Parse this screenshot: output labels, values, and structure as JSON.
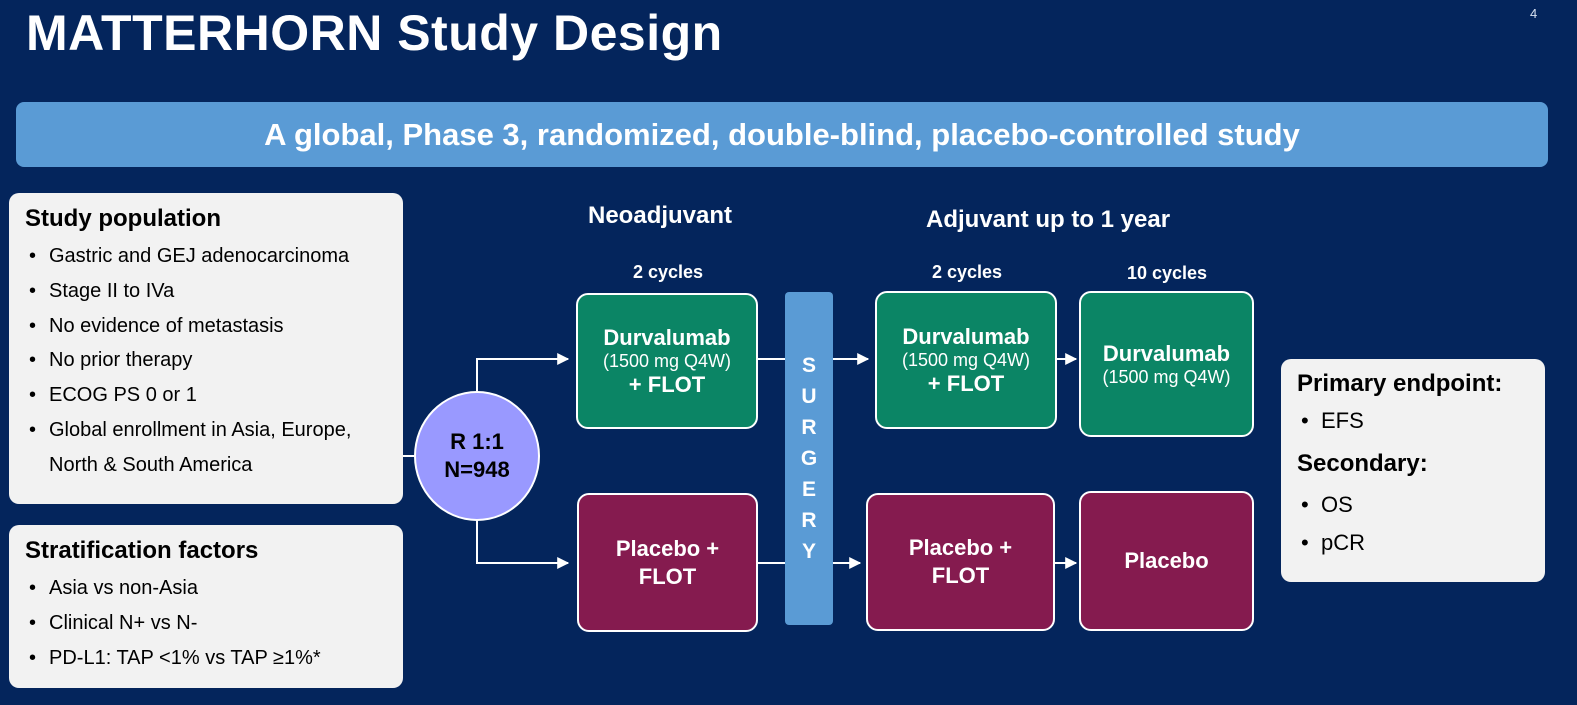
{
  "title": "MATTERHORN Study Design",
  "page_number": "4",
  "banner": "A global, Phase 3, randomized, double-blind, placebo-controlled study",
  "study_population": {
    "heading": "Study population",
    "items": [
      "Gastric and GEJ adenocarcinoma",
      "Stage II to IVa",
      "No evidence of metastasis",
      "No prior therapy",
      "ECOG PS 0 or 1",
      "Global enrollment in Asia, Europe, North & South America"
    ]
  },
  "stratification": {
    "heading": "Stratification factors",
    "items": [
      "Asia vs non-Asia",
      "Clinical N+ vs N-",
      "PD-L1: TAP <1% vs TAP ≥1%*"
    ]
  },
  "randomization": {
    "ratio": "R 1:1",
    "n": "N=948"
  },
  "phases": {
    "neoadjuvant": "Neoadjuvant",
    "adjuvant": "Adjuvant up to 1 year"
  },
  "cycles": {
    "neo": "2 cycles",
    "adj1": "2 cycles",
    "adj2": "10 cycles"
  },
  "arms": {
    "durva": {
      "neo": {
        "drug": "Durvalumab",
        "dose": "(1500 mg Q4W)",
        "combo": "+ FLOT"
      },
      "adj1": {
        "drug": "Durvalumab",
        "dose": "(1500 mg Q4W)",
        "combo": "+ FLOT"
      },
      "adj2": {
        "drug": "Durvalumab",
        "dose": "(1500 mg Q4W)"
      }
    },
    "placebo": {
      "neo": {
        "line1": "Placebo +",
        "line2": "FLOT"
      },
      "adj1": {
        "line1": "Placebo +",
        "line2": "FLOT"
      },
      "adj2": {
        "line1": "Placebo"
      }
    }
  },
  "surgery_letters": [
    "S",
    "U",
    "R",
    "G",
    "E",
    "R",
    "Y"
  ],
  "endpoints": {
    "primary_heading": "Primary endpoint:",
    "primary_items": [
      "EFS"
    ],
    "secondary_heading": "Secondary:",
    "secondary_items": [
      "OS",
      "pCR"
    ]
  },
  "colors": {
    "background": "#04255c",
    "banner": "#5a9bd5",
    "durvalumab_arm": "#0b8565",
    "placebo_arm": "#851b4f",
    "randomization": "#9999ff",
    "panel": "#f2f2f2"
  }
}
